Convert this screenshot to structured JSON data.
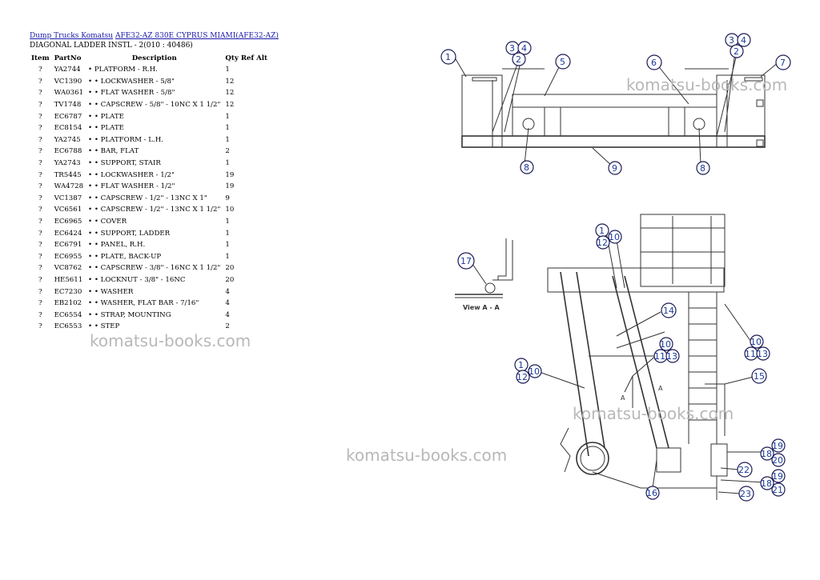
{
  "breadcrumb": {
    "link1": "Dump Trucks Komatsu",
    "link2": "AFE32-AZ 830E CYPRUS MIAMI(AFE32-AZ)"
  },
  "subtitle": "DIAGONAL LADDER INSTL - 2(010 : 40486)",
  "table": {
    "headers": [
      "Item",
      "PartNo",
      "Description",
      "Qty Ref Alt"
    ],
    "rows": [
      [
        "?",
        "YA2744",
        "• PLATFORM - R.H.",
        "1"
      ],
      [
        "?",
        "VC1390",
        "• • LOCKWASHER - 5/8\"",
        "12"
      ],
      [
        "?",
        "WA0361",
        "• • FLAT WASHER - 5/8\"",
        "12"
      ],
      [
        "?",
        "TV1748",
        "• • CAPSCREW - 5/8\" - 10NC X 1 1/2\"",
        "12"
      ],
      [
        "?",
        "EC6787",
        "• • PLATE",
        "1"
      ],
      [
        "?",
        "EC8154",
        "• • PLATE",
        "1"
      ],
      [
        "?",
        "YA2745",
        "• • PLATFORM - L.H.",
        "1"
      ],
      [
        "?",
        "EC6788",
        "• • BAR, FLAT",
        "2"
      ],
      [
        "?",
        "YA2743",
        "• • SUPPORT, STAIR",
        "1"
      ],
      [
        "?",
        "TR5445",
        "• • LOCKWASHER - 1/2\"",
        "19"
      ],
      [
        "?",
        "WA4728",
        "• • FLAT WASHER - 1/2\"",
        "19"
      ],
      [
        "?",
        "VC1387",
        "• • CAPSCREW - 1/2\" - 13NC X 1\"",
        "9"
      ],
      [
        "?",
        "VC6561",
        "• • CAPSCREW - 1/2\" - 13NC X 1 1/2\"",
        "10"
      ],
      [
        "?",
        "EC6965",
        "• • COVER",
        "1"
      ],
      [
        "?",
        "EC6424",
        "• • SUPPORT, LADDER",
        "1"
      ],
      [
        "?",
        "EC6791",
        "• • PANEL, R.H.",
        "1"
      ],
      [
        "?",
        "EC6955",
        "• • PLATE, BACK-UP",
        "1"
      ],
      [
        "?",
        "VC8762",
        "• • CAPSCREW - 3/8\" - 16NC X 1 1/2\"",
        "20"
      ],
      [
        "?",
        "HE5611",
        "• • LOCKNUT - 3/8\" - 16NC",
        "20"
      ],
      [
        "?",
        "EC7230",
        "• • WASHER",
        "4"
      ],
      [
        "?",
        "EB2102",
        "• • WASHER, FLAT BAR - 7/16\"",
        "4"
      ],
      [
        "?",
        "EC6554",
        "• • STRAP, MOUNTING",
        "4"
      ],
      [
        "?",
        "EC6553",
        "• • STEP",
        "2"
      ]
    ]
  },
  "watermark": "komatsu-books.com",
  "diagram": {
    "view_label": "View A - A",
    "section_label": "A",
    "callouts": [
      "1",
      "2",
      "3",
      "4",
      "5",
      "6",
      "7",
      "8",
      "9",
      "10",
      "11",
      "12",
      "13",
      "14",
      "15",
      "16",
      "17",
      "18",
      "19",
      "20",
      "21",
      "22",
      "23"
    ]
  }
}
